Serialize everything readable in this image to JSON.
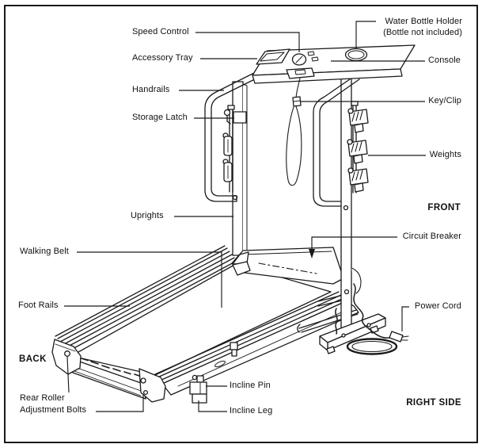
{
  "diagram": {
    "subject": "treadmill parts diagram",
    "labels": {
      "speed_control": "Speed Control",
      "accessory_tray": "Accessory Tray",
      "handrails": "Handrails",
      "storage_latch": "Storage Latch",
      "uprights": "Uprights",
      "walking_belt": "Walking Belt",
      "foot_rails": "Foot Rails",
      "rear_roller_line1": "Rear Roller",
      "rear_roller_line2": "Adjustment Bolts",
      "water_bottle_line1": "Water Bottle Holder",
      "water_bottle_line2": "(Bottle not included)",
      "console": "Console",
      "key_clip": "Key/Clip",
      "weights": "Weights",
      "circuit_breaker": "Circuit Breaker",
      "power_cord": "Power Cord",
      "incline_pin": "Incline Pin",
      "incline_leg": "Incline Leg"
    },
    "orientation": {
      "back": "BACK",
      "front": "FRONT",
      "right_side": "RIGHT SIDE"
    },
    "colors": {
      "line": "#1a1a1a",
      "background": "#ffffff",
      "border": "#000000"
    }
  }
}
